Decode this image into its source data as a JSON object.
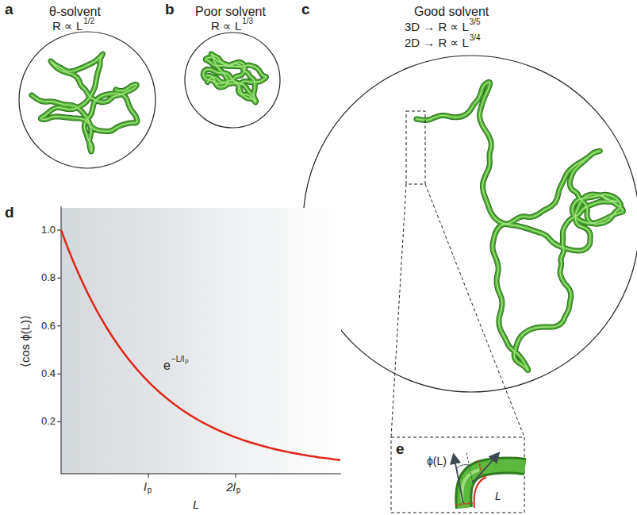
{
  "diagram": {
    "labels": [
      "a",
      "θ-solvent",
      "R ∝ L",
      "1/2",
      "b",
      "Poor solvent",
      "R ∝ L",
      "1/3",
      "c",
      "Good solvent",
      "3D → R ∝ L",
      "3/5",
      "2D → R ∝ L",
      "3/4",
      "d",
      "1.0",
      "0.8",
      "0.6",
      "0.4",
      "0.2",
      "⟨cos ϕ(L)⟩",
      "e",
      "−L/l",
      "p",
      "l",
      "p",
      "2l",
      "p",
      "L",
      "e",
      "ϕ(L)",
      "L"
    ]
  }
}
